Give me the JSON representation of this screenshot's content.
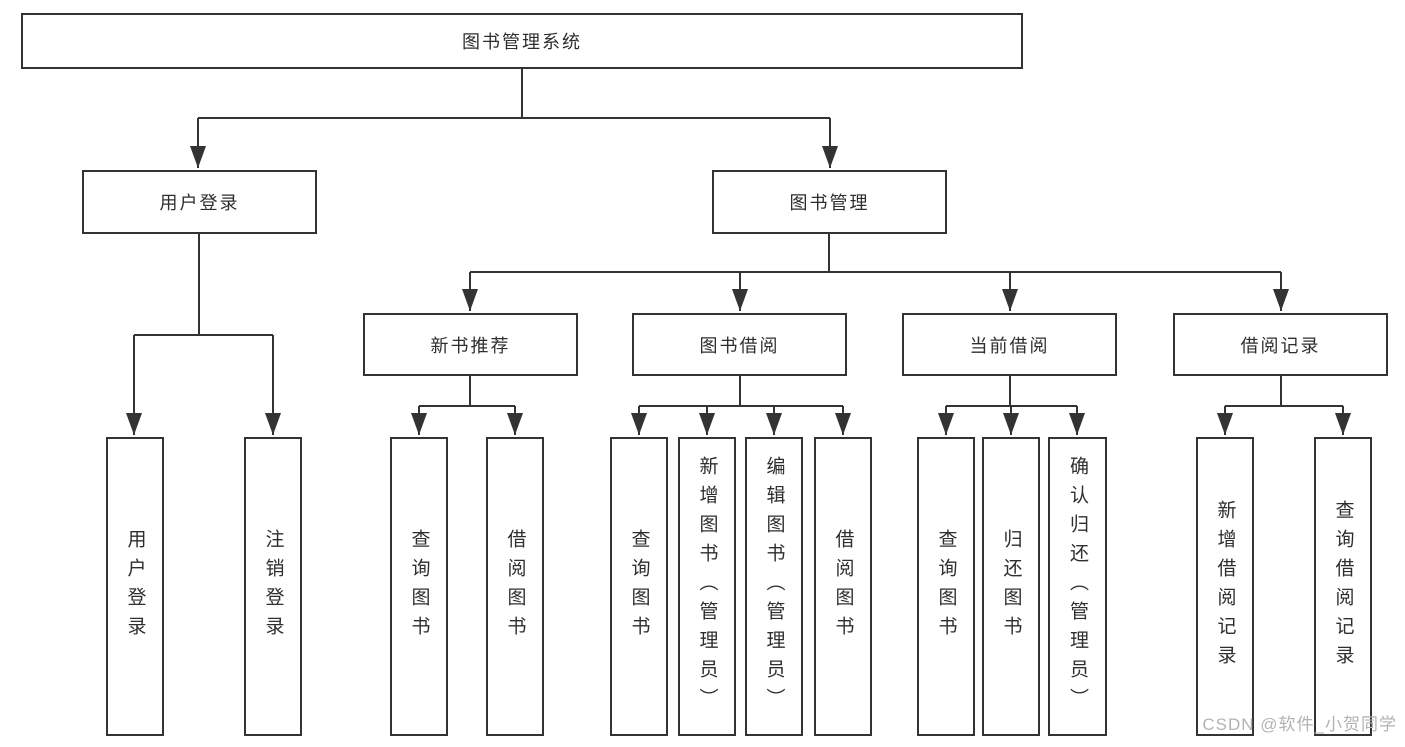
{
  "diagram_type": "hierarchy-tree",
  "tree": {
    "label": "图书管理系统",
    "children": [
      {
        "label": "用户登录",
        "children": [
          {
            "label": "用户登录"
          },
          {
            "label": "注销登录"
          }
        ]
      },
      {
        "label": "图书管理",
        "children": [
          {
            "label": "新书推荐",
            "children": [
              {
                "label": "查询图书"
              },
              {
                "label": "借阅图书"
              }
            ]
          },
          {
            "label": "图书借阅",
            "children": [
              {
                "label": "查询图书"
              },
              {
                "label": "新增图书（管理员）"
              },
              {
                "label": "编辑图书（管理员）"
              },
              {
                "label": "借阅图书"
              }
            ]
          },
          {
            "label": "当前借阅",
            "children": [
              {
                "label": "查询图书"
              },
              {
                "label": "归还图书"
              },
              {
                "label": "确认归还（管理员）"
              }
            ]
          },
          {
            "label": "借阅记录",
            "children": [
              {
                "label": "新增借阅记录"
              },
              {
                "label": "查询借阅记录"
              }
            ]
          }
        ]
      }
    ]
  },
  "watermark": {
    "text": "CSDN @软件_小贺同学"
  },
  "colors": {
    "line": "#333333",
    "box_border": "#333333",
    "box_fill": "#ffffff",
    "text": "#2e2e2e",
    "watermark": "#b3b3b3",
    "background": "#ffffff"
  }
}
